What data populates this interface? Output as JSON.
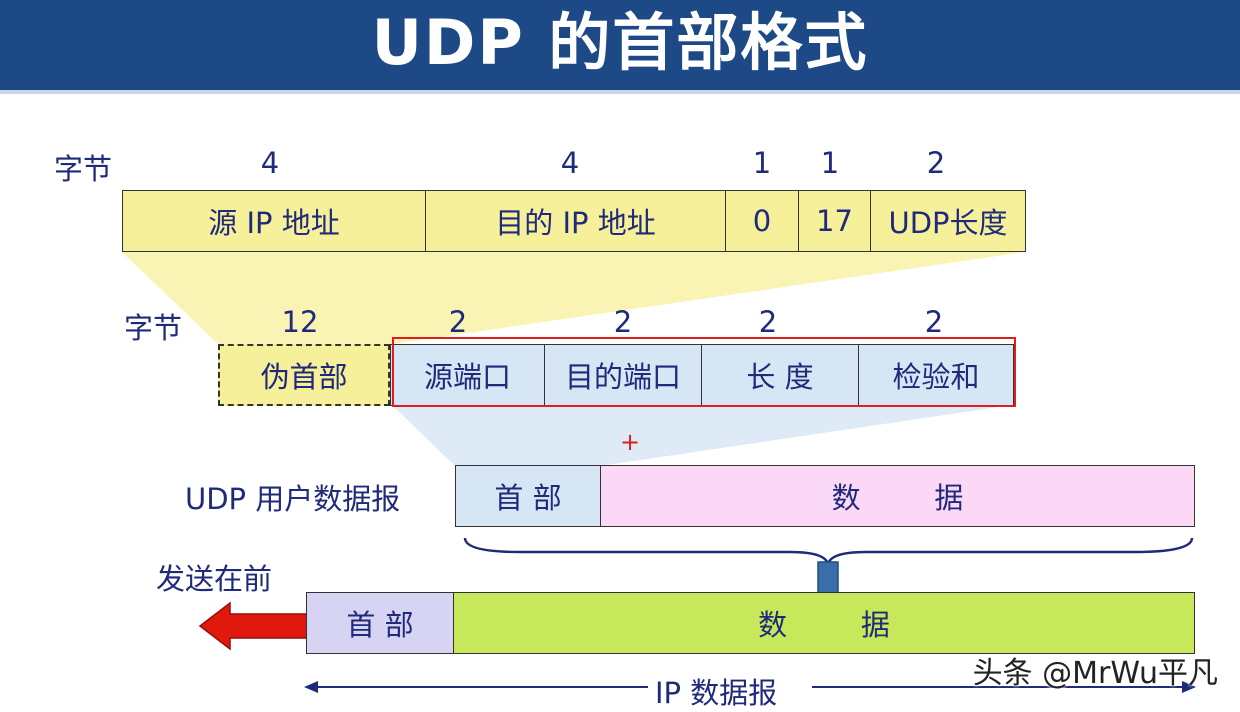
{
  "title": "UDP 的首部格式",
  "bytes_label": "字节",
  "pseudo_header": {
    "byte_counts": [
      "4",
      "4",
      "1",
      "1",
      "2"
    ],
    "fields": [
      "源 IP 地址",
      "目的 IP 地址",
      "0",
      "17",
      "UDP长度"
    ]
  },
  "udp_header": {
    "byte_counts": [
      "12",
      "2",
      "2",
      "2",
      "2"
    ],
    "pseudo_label": "伪首部",
    "fields": [
      "源端口",
      "目的端口",
      "长 度",
      "检验和"
    ]
  },
  "plus_sign": "+",
  "udp_datagram": {
    "label": "UDP 用户数据报",
    "header": "首 部",
    "data": "数        据"
  },
  "ip_datagram": {
    "send_first": "发送在前",
    "header": "首 部",
    "data": "数        据",
    "label": "IP 数据报"
  },
  "watermark": "头条 @MrWu平凡",
  "colors": {
    "title_bg": "#1d4a86",
    "pseudo_yellow": "#f7f09a",
    "udp_header_blue": "#d6e6f5",
    "udp_data_pink": "#fbd8f6",
    "ip_header_lavender": "#d7d3f3",
    "ip_data_green": "#c6e85a",
    "arrow_red": "#e0190f",
    "highlight_red": "#e01e1e"
  }
}
